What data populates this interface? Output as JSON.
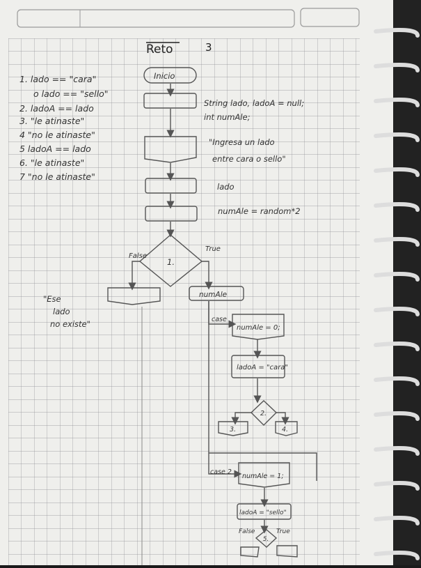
{
  "header": {
    "title": "Reto",
    "number": "3"
  },
  "steps": [
    "1. lado == \"cara\"",
    "o lado == \"sello\"",
    "2. ladoA == lado",
    "3. \"le atinaste\"",
    "4 \"no le atinaste\"",
    "5 ladoA == lado",
    "6. \"le atinaste\"",
    "7 \"no le atinaste\""
  ],
  "flow": {
    "start": "Inicio",
    "declare_1": "String lado, ladoA = null;",
    "declare_2": "int numAle;",
    "prompt_1": "\"Ingresa un lado",
    "prompt_2": "entre cara o sello\"",
    "read": "lado",
    "assign": "numAle = random*2",
    "decision_1": "1.",
    "false_label": "False",
    "true_label": "True",
    "error_1": "\"Ese",
    "error_2": "lado",
    "error_3": "no existe\"",
    "switch": "numAle",
    "case_1": "case",
    "case_1_check": "numAle = 0;",
    "set_cara": "ladoA = \"cara\"",
    "decision_2": "2.",
    "out_3": "3.",
    "out_4": "4.",
    "case_2": "case 2",
    "case_2_check": "numAle = 1;",
    "set_sello": "ladoA = \"sello\"",
    "decision_3": "5.",
    "false_label_2": "False",
    "true_label_2": "True"
  }
}
